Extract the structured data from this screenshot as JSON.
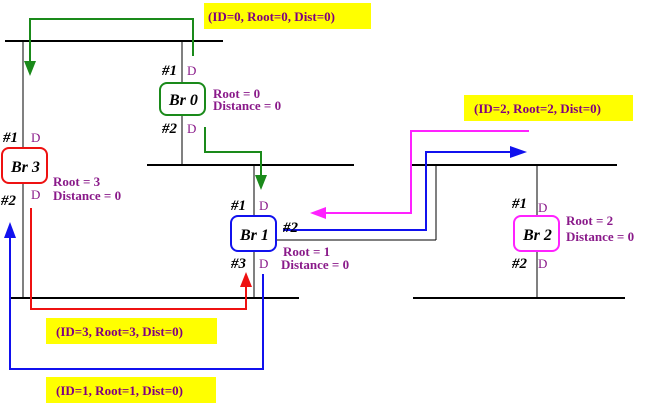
{
  "colors": {
    "green": "#1a8a1a",
    "red": "#ee1111",
    "blue": "#1111ee",
    "magenta": "#ff22ff",
    "yellow_bg": "#ffff00",
    "purple_text": "#8a1a8a"
  },
  "messages": {
    "br0": "(ID=0, Root=0, Dist=0)",
    "br2": "(ID=2, Root=2, Dist=0)",
    "br3": "(ID=3, Root=3, Dist=0)",
    "br1": "(ID=1, Root=1, Dist=0)"
  },
  "bridges": {
    "br0": {
      "name": "Br 0",
      "root": "Root = 0",
      "distance": "Distance = 0",
      "port1": "#1",
      "port2": "#2",
      "state1": "D",
      "state2": "D"
    },
    "br1": {
      "name": "Br 1",
      "root": "Root = 1",
      "distance": "Distance = 0",
      "port1": "#1",
      "port2": "#2",
      "port3": "#3",
      "state1": "D",
      "state3": "D"
    },
    "br2": {
      "name": "Br 2",
      "root": "Root = 2",
      "distance": "Distance = 0",
      "port1": "#1",
      "port2": "#2",
      "state1": "D",
      "state2": "D"
    },
    "br3": {
      "name": "Br 3",
      "root": "Root = 3",
      "distance": "Distance = 0",
      "port1": "#1",
      "port2": "#2",
      "state1": "D",
      "state2": "D"
    }
  }
}
